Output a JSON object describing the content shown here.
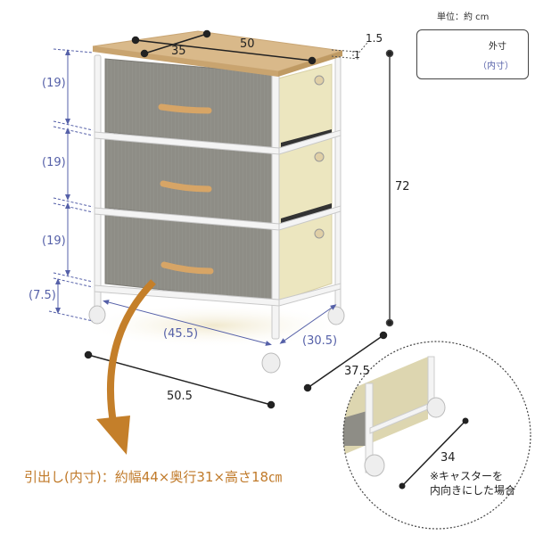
{
  "unit_label": "単位：約 cm",
  "legend": {
    "outer": {
      "label": "外寸",
      "color": "#222222",
      "style": "dot-line"
    },
    "inner": {
      "label": "（内寸）",
      "color": "#5560a8",
      "style": "arrow-line"
    }
  },
  "dimensions": {
    "top_width": "50",
    "top_depth": "35",
    "top_thickness": "1.5",
    "top_offset": "1",
    "height_total": "72",
    "drawer_height_1": "(19)",
    "drawer_height_2": "(19)",
    "drawer_height_3": "(19)",
    "bottom_clearance": "(7.5)",
    "inner_width": "(45.5)",
    "inner_depth": "(30.5)",
    "base_width": "50.5",
    "base_depth": "37.5",
    "caster_inward_depth": "34"
  },
  "caster_note": [
    "※キャスターを",
    "内向きにした場合"
  ],
  "drawer_caption": "引出し(内寸)：約幅44×奥行31×高さ18㎝",
  "colors": {
    "wood": "#d9b98a",
    "fabric_gray": "#8e8d86",
    "side_beige": "#ece6bf",
    "frame_white": "#f2f2f2",
    "handle": "#d7a566",
    "arrow_orange": "#c47f2a",
    "inner_blue": "#5560a8"
  }
}
